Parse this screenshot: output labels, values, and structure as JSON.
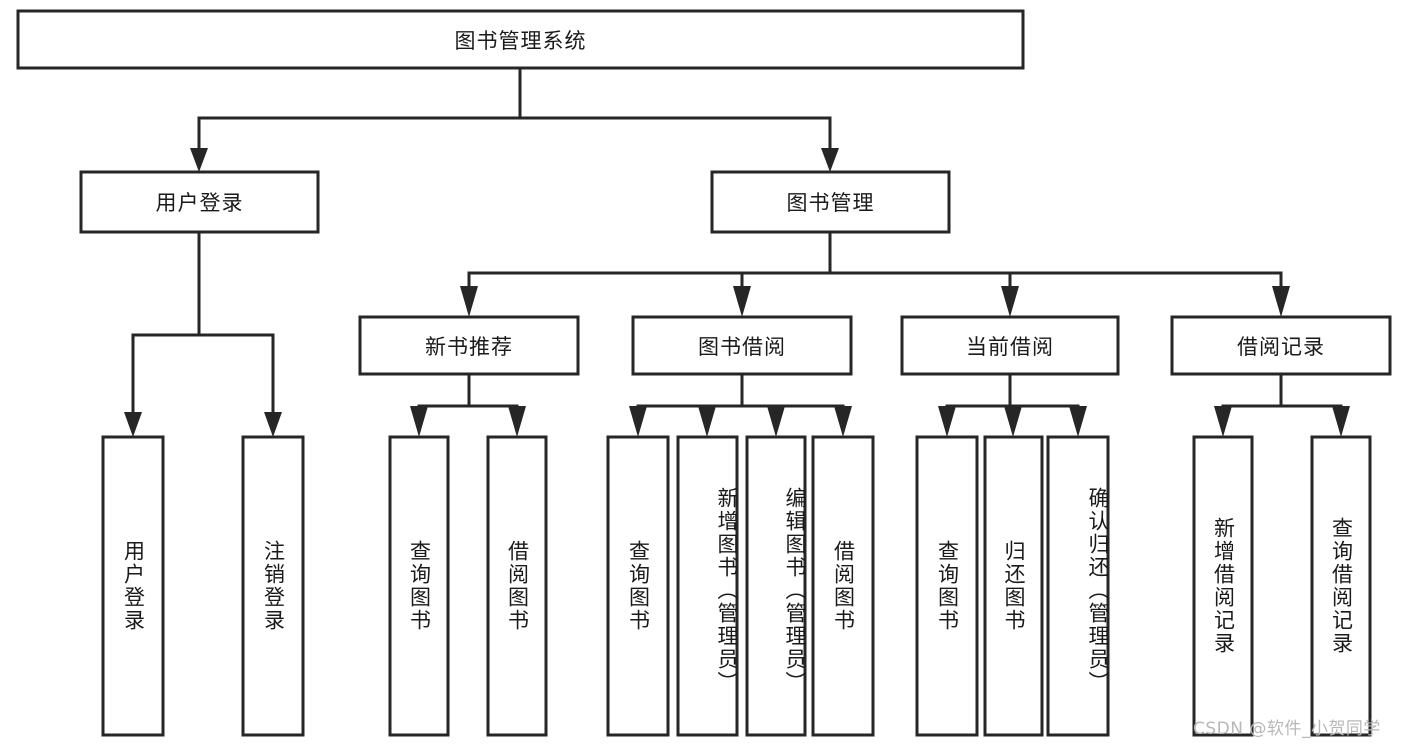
{
  "diagram": {
    "type": "hierarchy-tree",
    "title": "图书管理系统",
    "watermark": "CSDN @软件_小贺同学",
    "colors": {
      "stroke": "#262626",
      "box_fill": "#ffffff",
      "text": "#1a1a1a",
      "background": "#ffffff",
      "watermark": "#b8b8b8"
    },
    "root": {
      "label": "图书管理系统"
    },
    "level2": [
      {
        "label": "用户登录"
      },
      {
        "label": "图书管理"
      }
    ],
    "level3": [
      {
        "label": "新书推荐"
      },
      {
        "label": "图书借阅"
      },
      {
        "label": "当前借阅"
      },
      {
        "label": "借阅记录"
      }
    ],
    "leaves": {
      "user_login": [
        {
          "label": "用户登录"
        },
        {
          "label": "注销登录"
        }
      ],
      "new_book": [
        {
          "label": "查询图书"
        },
        {
          "label": "借阅图书"
        }
      ],
      "book_borrow": [
        {
          "label": "查询图书"
        },
        {
          "label": "新增图书（管理员）"
        },
        {
          "label": "编辑图书（管理员）"
        },
        {
          "label": "借阅图书"
        }
      ],
      "current_borrow": [
        {
          "label": "查询图书"
        },
        {
          "label": "归还图书"
        },
        {
          "label": "确认归还（管理员）"
        }
      ],
      "borrow_record": [
        {
          "label": "新增借阅记录"
        },
        {
          "label": "查询借阅记录"
        }
      ]
    }
  }
}
